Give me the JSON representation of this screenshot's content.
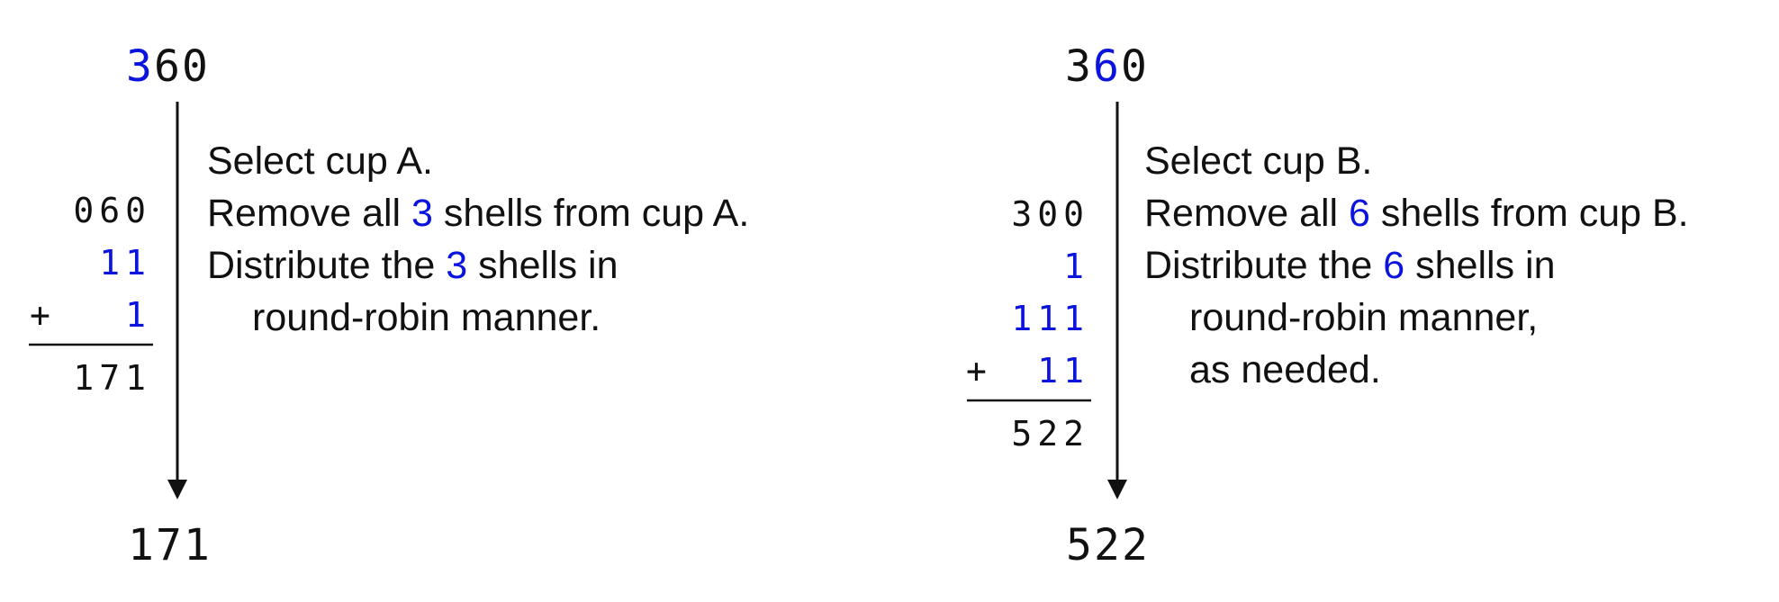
{
  "colors": {
    "highlight": "#0a14dc",
    "text": "#111111"
  },
  "panels": [
    {
      "id": "a",
      "initial": [
        "3",
        "6",
        "0"
      ],
      "highlight_index": 0,
      "addend_rows": [
        {
          "sign": "",
          "text": "060",
          "highlight": false
        },
        {
          "sign": "",
          "text": "11",
          "highlight": true
        },
        {
          "sign": "+",
          "text": "1",
          "highlight": true
        }
      ],
      "sum": "171",
      "result": "171",
      "steps": [
        {
          "indent": false,
          "parts": [
            {
              "text": "Select cup A.",
              "highlight": false
            }
          ]
        },
        {
          "indent": false,
          "parts": [
            {
              "text": "Remove all ",
              "highlight": false
            },
            {
              "text": "3",
              "highlight": true
            },
            {
              "text": " shells from cup A.",
              "highlight": false
            }
          ]
        },
        {
          "indent": false,
          "parts": [
            {
              "text": "Distribute the ",
              "highlight": false
            },
            {
              "text": "3",
              "highlight": true
            },
            {
              "text": " shells in",
              "highlight": false
            }
          ]
        },
        {
          "indent": true,
          "parts": [
            {
              "text": "round-robin manner.",
              "highlight": false
            }
          ]
        }
      ]
    },
    {
      "id": "b",
      "initial": [
        "3",
        "6",
        "0"
      ],
      "highlight_index": 1,
      "addend_rows": [
        {
          "sign": "",
          "text": "300",
          "highlight": false
        },
        {
          "sign": "",
          "text": "1",
          "highlight": true
        },
        {
          "sign": "",
          "text": "111",
          "highlight": true
        },
        {
          "sign": "+",
          "text": "11",
          "highlight": true
        }
      ],
      "sum": "522",
      "result": "522",
      "steps": [
        {
          "indent": false,
          "parts": [
            {
              "text": "Select cup B.",
              "highlight": false
            }
          ]
        },
        {
          "indent": false,
          "parts": [
            {
              "text": "Remove all ",
              "highlight": false
            },
            {
              "text": "6",
              "highlight": true
            },
            {
              "text": " shells from cup B.",
              "highlight": false
            }
          ]
        },
        {
          "indent": false,
          "parts": [
            {
              "text": "Distribute the ",
              "highlight": false
            },
            {
              "text": "6",
              "highlight": true
            },
            {
              "text": " shells in",
              "highlight": false
            }
          ]
        },
        {
          "indent": true,
          "parts": [
            {
              "text": "round-robin manner,",
              "highlight": false
            }
          ]
        },
        {
          "indent": true,
          "parts": [
            {
              "text": "as needed.",
              "highlight": false
            }
          ]
        }
      ]
    }
  ]
}
